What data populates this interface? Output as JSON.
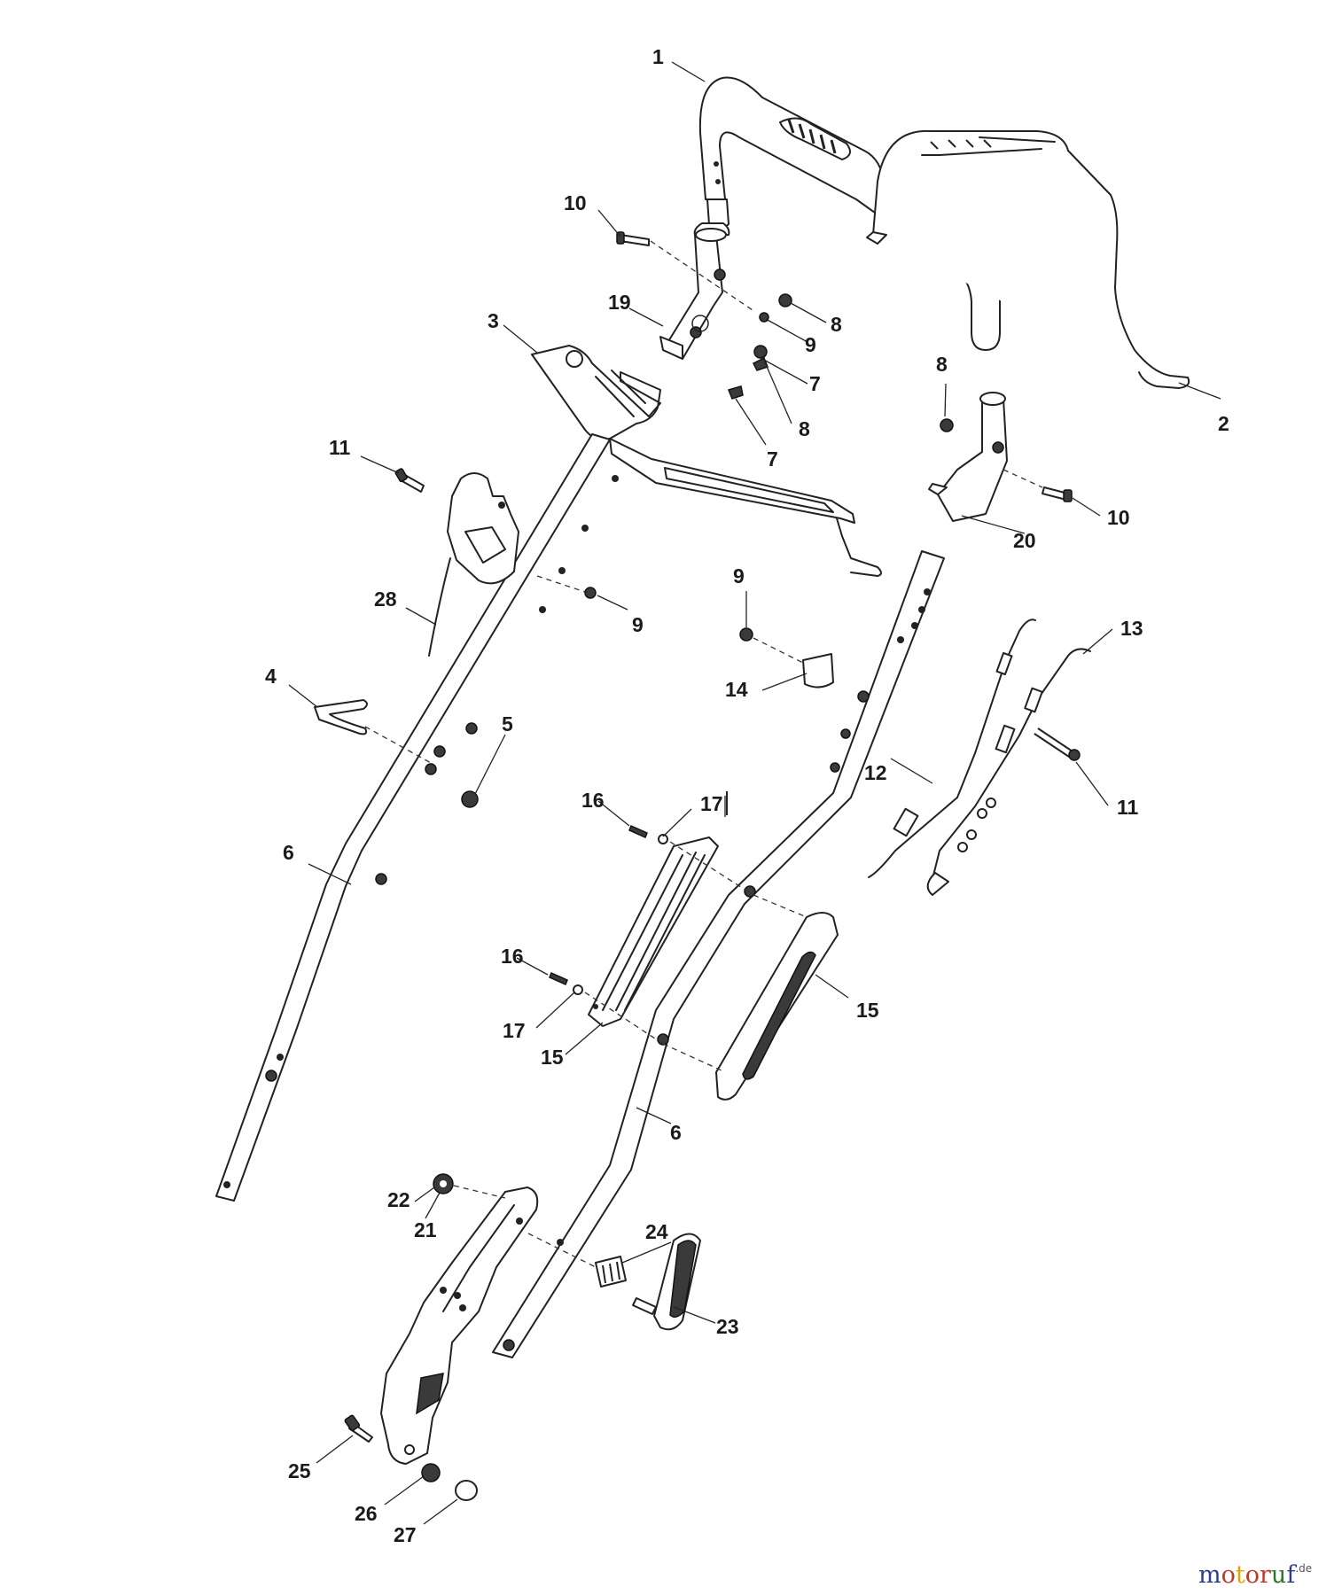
{
  "callouts": {
    "c1": "1",
    "c2": "2",
    "c3": "3",
    "c4": "4",
    "c5": "5",
    "c6a": "6",
    "c6b": "6",
    "c7a": "7",
    "c7b": "7",
    "c8a": "8",
    "c8b": "8",
    "c8c": "8",
    "c9a": "9",
    "c9b": "9",
    "c9c": "9",
    "c10a": "10",
    "c10b": "10",
    "c11a": "11",
    "c11b": "11",
    "c12": "12",
    "c13": "13",
    "c14": "14",
    "c15a": "15",
    "c15b": "15",
    "c16a": "16",
    "c16b": "16",
    "c17a": "17",
    "c17b": "17",
    "c19": "19",
    "c20": "20",
    "c21": "21",
    "c22": "22",
    "c23": "23",
    "c24": "24",
    "c25": "25",
    "c26": "26",
    "c27": "27",
    "c28": "28"
  },
  "watermark": {
    "brand": "motoruf",
    "suffix": ".de",
    "colors": {
      "m": "#2a3e8c",
      "o": "#c0392b",
      "t": "#e2a400",
      "u": "#2a7a2a",
      "r": "#c0392b",
      "f": "#2a3e8c"
    }
  }
}
